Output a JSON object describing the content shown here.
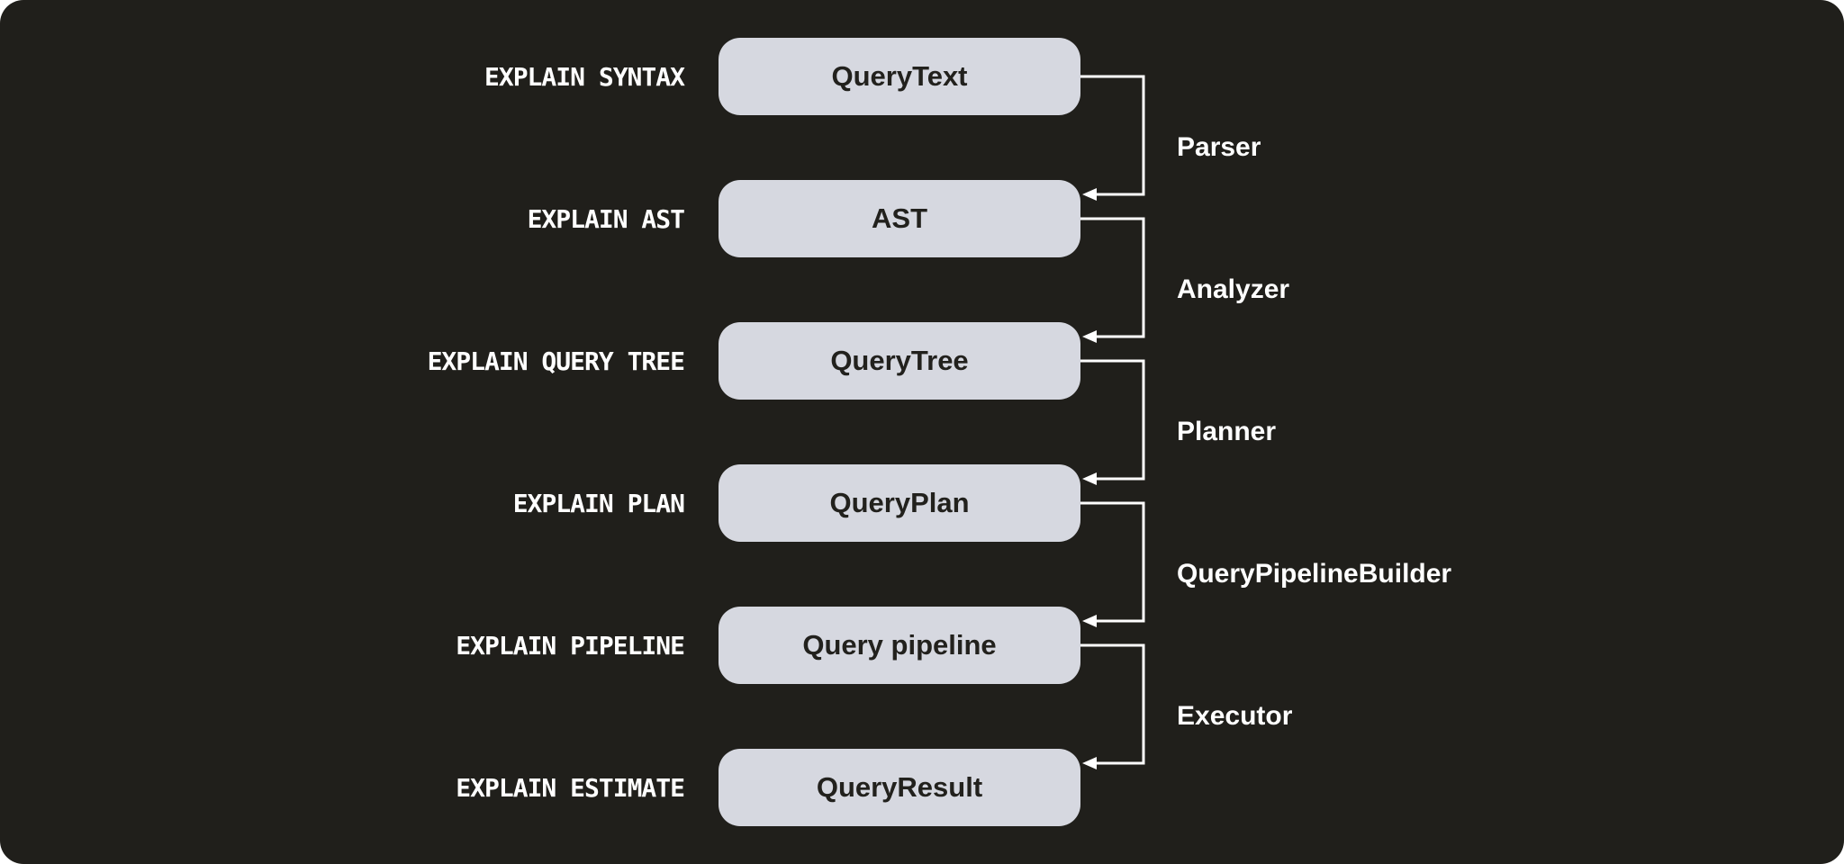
{
  "diagram": {
    "colors": {
      "background": "#201f1b",
      "box_fill": "#d6d8e0",
      "box_text": "#22211d",
      "connector_line": "#ffffff",
      "label_text": "#ffffff"
    },
    "rows": [
      {
        "stage": "EXPLAIN SYNTAX",
        "artifact": "QueryText"
      },
      {
        "stage": "EXPLAIN AST",
        "artifact": "AST"
      },
      {
        "stage": "EXPLAIN QUERY TREE",
        "artifact": "QueryTree"
      },
      {
        "stage": "EXPLAIN PLAN",
        "artifact": "QueryPlan"
      },
      {
        "stage": "EXPLAIN PIPELINE",
        "artifact": "Query pipeline"
      },
      {
        "stage": "EXPLAIN ESTIMATE",
        "artifact": "QueryResult"
      }
    ],
    "transitions": [
      {
        "label": "Parser"
      },
      {
        "label": "Analyzer"
      },
      {
        "label": "Planner"
      },
      {
        "label": "QueryPipelineBuilder"
      },
      {
        "label": "Executor"
      }
    ]
  }
}
